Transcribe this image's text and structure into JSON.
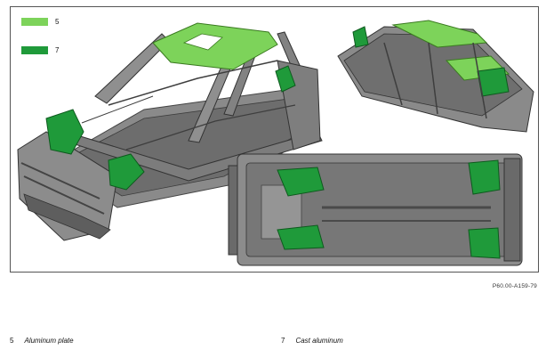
{
  "legend": [
    {
      "number": "5",
      "color": "#7dd35a"
    },
    {
      "number": "7",
      "color": "#1f9a3a"
    }
  ],
  "figure_code": "P60.00-A159-79",
  "key": [
    {
      "number": "5",
      "label": "Aluminum plate"
    },
    {
      "number": "7",
      "label": "Cast aluminum"
    }
  ],
  "colors": {
    "body_gray": "#7a7a7a",
    "dark_gray": "#4a4a4a",
    "light_gray": "#a9a9a9",
    "aluminum_plate": "#7dd35a",
    "cast_aluminum": "#1f9a3a"
  }
}
